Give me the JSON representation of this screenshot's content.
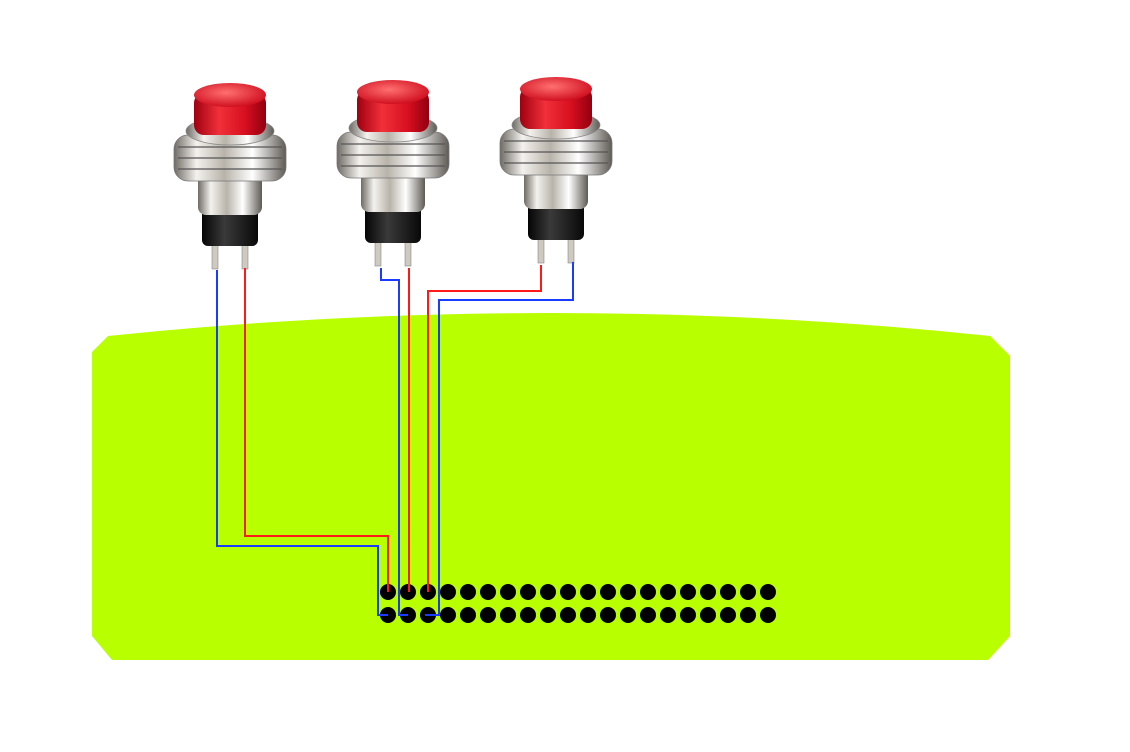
{
  "colors": {
    "board": "#b8ff00",
    "pin": "#000000",
    "wire_signal": "#ff1a1a",
    "wire_ground": "#1a3cff",
    "button_cap": "#e01020"
  },
  "header": {
    "columns": 20,
    "rows": 2
  },
  "buttons": [
    {
      "id": "button-1",
      "signal_pin_column": 0,
      "ground_pin_column": 0
    },
    {
      "id": "button-2",
      "signal_pin_column": 1,
      "ground_pin_column": 1
    },
    {
      "id": "button-3",
      "signal_pin_column": 2,
      "ground_pin_column": 2
    }
  ]
}
